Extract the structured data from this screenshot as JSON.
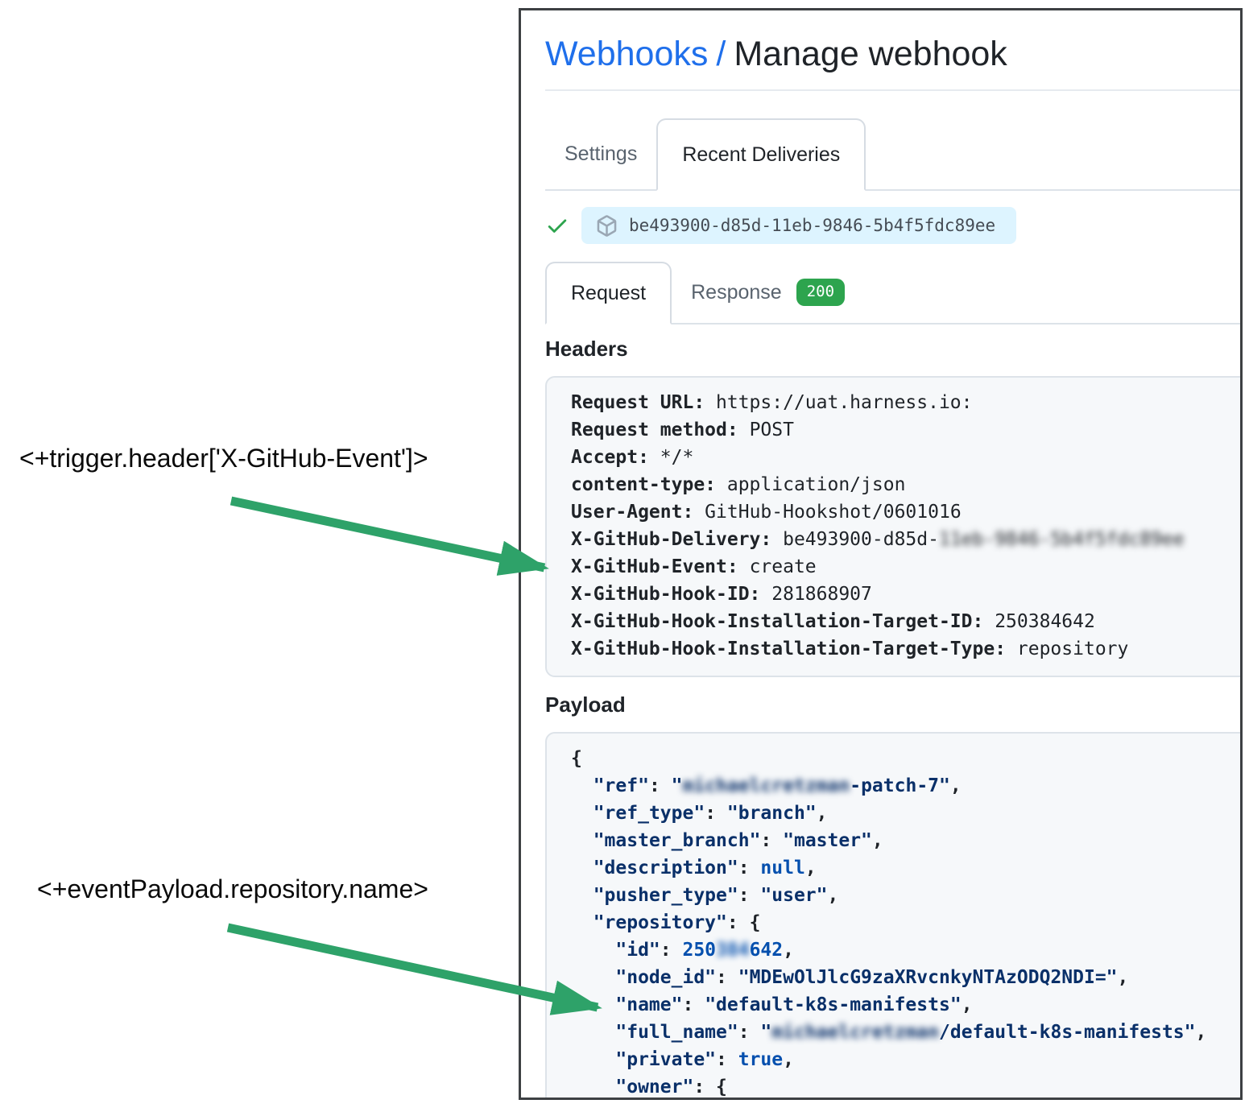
{
  "annotations": {
    "trigger_header": "<+trigger.header['X-GitHub-Event']>",
    "event_payload": "<+eventPayload.repository.name>"
  },
  "colors": {
    "link_blue": "#1f6feb",
    "badge_green": "#2da44e",
    "check_green": "#2da44e",
    "arrow_green": "#2ea269",
    "pill_bg_blue": "#ddf4ff",
    "code_string_navy": "#0a3069",
    "code_constant_blue": "#0550ae",
    "code_box_bg": "#f6f8fa"
  },
  "panel": {
    "breadcrumb": {
      "link": "Webhooks",
      "separator": "/",
      "current": "Manage webhook"
    },
    "tabs": [
      {
        "label": "Settings",
        "active": false
      },
      {
        "label": "Recent Deliveries",
        "active": true
      }
    ],
    "delivery": {
      "status": "success",
      "id": "be493900-d85d-11eb-9846-5b4f5fdc89ee"
    },
    "request_tabs": [
      {
        "label": "Request",
        "active": true
      },
      {
        "label": "Response",
        "active": false,
        "badge": "200"
      }
    ],
    "headers_section": {
      "title": "Headers",
      "rows": [
        {
          "key": "Request URL:",
          "value": "https://uat.harness.io:"
        },
        {
          "key": "Request method:",
          "value": "POST"
        },
        {
          "key": "Accept:",
          "value": "*/*"
        },
        {
          "key": "content-type:",
          "value": "application/json"
        },
        {
          "key": "User-Agent:",
          "value": "GitHub-Hookshot/0601016"
        },
        {
          "key": "X-GitHub-Delivery:",
          "value": "be493900-d85d-",
          "blurred": "11eb-9846-5b4f5fdc89ee"
        },
        {
          "key": "X-GitHub-Event:",
          "value": "create"
        },
        {
          "key": "X-GitHub-Hook-ID:",
          "value": "281868907"
        },
        {
          "key": "X-GitHub-Hook-Installation-Target-ID:",
          "value": "250384642"
        },
        {
          "key": "X-GitHub-Hook-Installation-Target-Type:",
          "value": "repository"
        }
      ]
    },
    "payload_section": {
      "title": "Payload",
      "lines": [
        [
          {
            "c": "punct",
            "t": "{"
          }
        ],
        [
          {
            "c": "ws",
            "t": "  "
          },
          {
            "c": "str",
            "t": "\"ref\""
          },
          {
            "c": "punct",
            "t": ": "
          },
          {
            "c": "str",
            "t": "\""
          },
          {
            "c": "blurstr",
            "t": "michaelcretzman"
          },
          {
            "c": "str",
            "t": "-patch-7\""
          },
          {
            "c": "punct",
            "t": ","
          }
        ],
        [
          {
            "c": "ws",
            "t": "  "
          },
          {
            "c": "str",
            "t": "\"ref_type\""
          },
          {
            "c": "punct",
            "t": ": "
          },
          {
            "c": "str",
            "t": "\"branch\""
          },
          {
            "c": "punct",
            "t": ","
          }
        ],
        [
          {
            "c": "ws",
            "t": "  "
          },
          {
            "c": "str",
            "t": "\"master_branch\""
          },
          {
            "c": "punct",
            "t": ": "
          },
          {
            "c": "str",
            "t": "\"master\""
          },
          {
            "c": "punct",
            "t": ","
          }
        ],
        [
          {
            "c": "ws",
            "t": "  "
          },
          {
            "c": "str",
            "t": "\"description\""
          },
          {
            "c": "punct",
            "t": ": "
          },
          {
            "c": "const",
            "t": "null"
          },
          {
            "c": "punct",
            "t": ","
          }
        ],
        [
          {
            "c": "ws",
            "t": "  "
          },
          {
            "c": "str",
            "t": "\"pusher_type\""
          },
          {
            "c": "punct",
            "t": ": "
          },
          {
            "c": "str",
            "t": "\"user\""
          },
          {
            "c": "punct",
            "t": ","
          }
        ],
        [
          {
            "c": "ws",
            "t": "  "
          },
          {
            "c": "str",
            "t": "\"repository\""
          },
          {
            "c": "punct",
            "t": ": {"
          }
        ],
        [
          {
            "c": "ws",
            "t": "    "
          },
          {
            "c": "str",
            "t": "\"id\""
          },
          {
            "c": "punct",
            "t": ": "
          },
          {
            "c": "const",
            "t": "250"
          },
          {
            "c": "blurconst",
            "t": "384"
          },
          {
            "c": "const",
            "t": "642"
          },
          {
            "c": "punct",
            "t": ","
          }
        ],
        [
          {
            "c": "ws",
            "t": "    "
          },
          {
            "c": "str",
            "t": "\"node_id\""
          },
          {
            "c": "punct",
            "t": ": "
          },
          {
            "c": "str",
            "t": "\"MDEwOlJlcG9zaXRvcnkyNTAzODQ2NDI=\""
          },
          {
            "c": "punct",
            "t": ","
          }
        ],
        [
          {
            "c": "ws",
            "t": "    "
          },
          {
            "c": "str",
            "t": "\"name\""
          },
          {
            "c": "punct",
            "t": ": "
          },
          {
            "c": "str",
            "t": "\"default-k8s-manifests\""
          },
          {
            "c": "punct",
            "t": ","
          }
        ],
        [
          {
            "c": "ws",
            "t": "    "
          },
          {
            "c": "str",
            "t": "\"full_name\""
          },
          {
            "c": "punct",
            "t": ": "
          },
          {
            "c": "str",
            "t": "\""
          },
          {
            "c": "blurstr",
            "t": "michaelcretzman"
          },
          {
            "c": "str",
            "t": "/default-k8s-manifests\""
          },
          {
            "c": "punct",
            "t": ","
          }
        ],
        [
          {
            "c": "ws",
            "t": "    "
          },
          {
            "c": "str",
            "t": "\"private\""
          },
          {
            "c": "punct",
            "t": ": "
          },
          {
            "c": "const",
            "t": "true"
          },
          {
            "c": "punct",
            "t": ","
          }
        ],
        [
          {
            "c": "ws",
            "t": "    "
          },
          {
            "c": "str",
            "t": "\"owner\""
          },
          {
            "c": "punct",
            "t": ": {"
          }
        ]
      ]
    }
  }
}
